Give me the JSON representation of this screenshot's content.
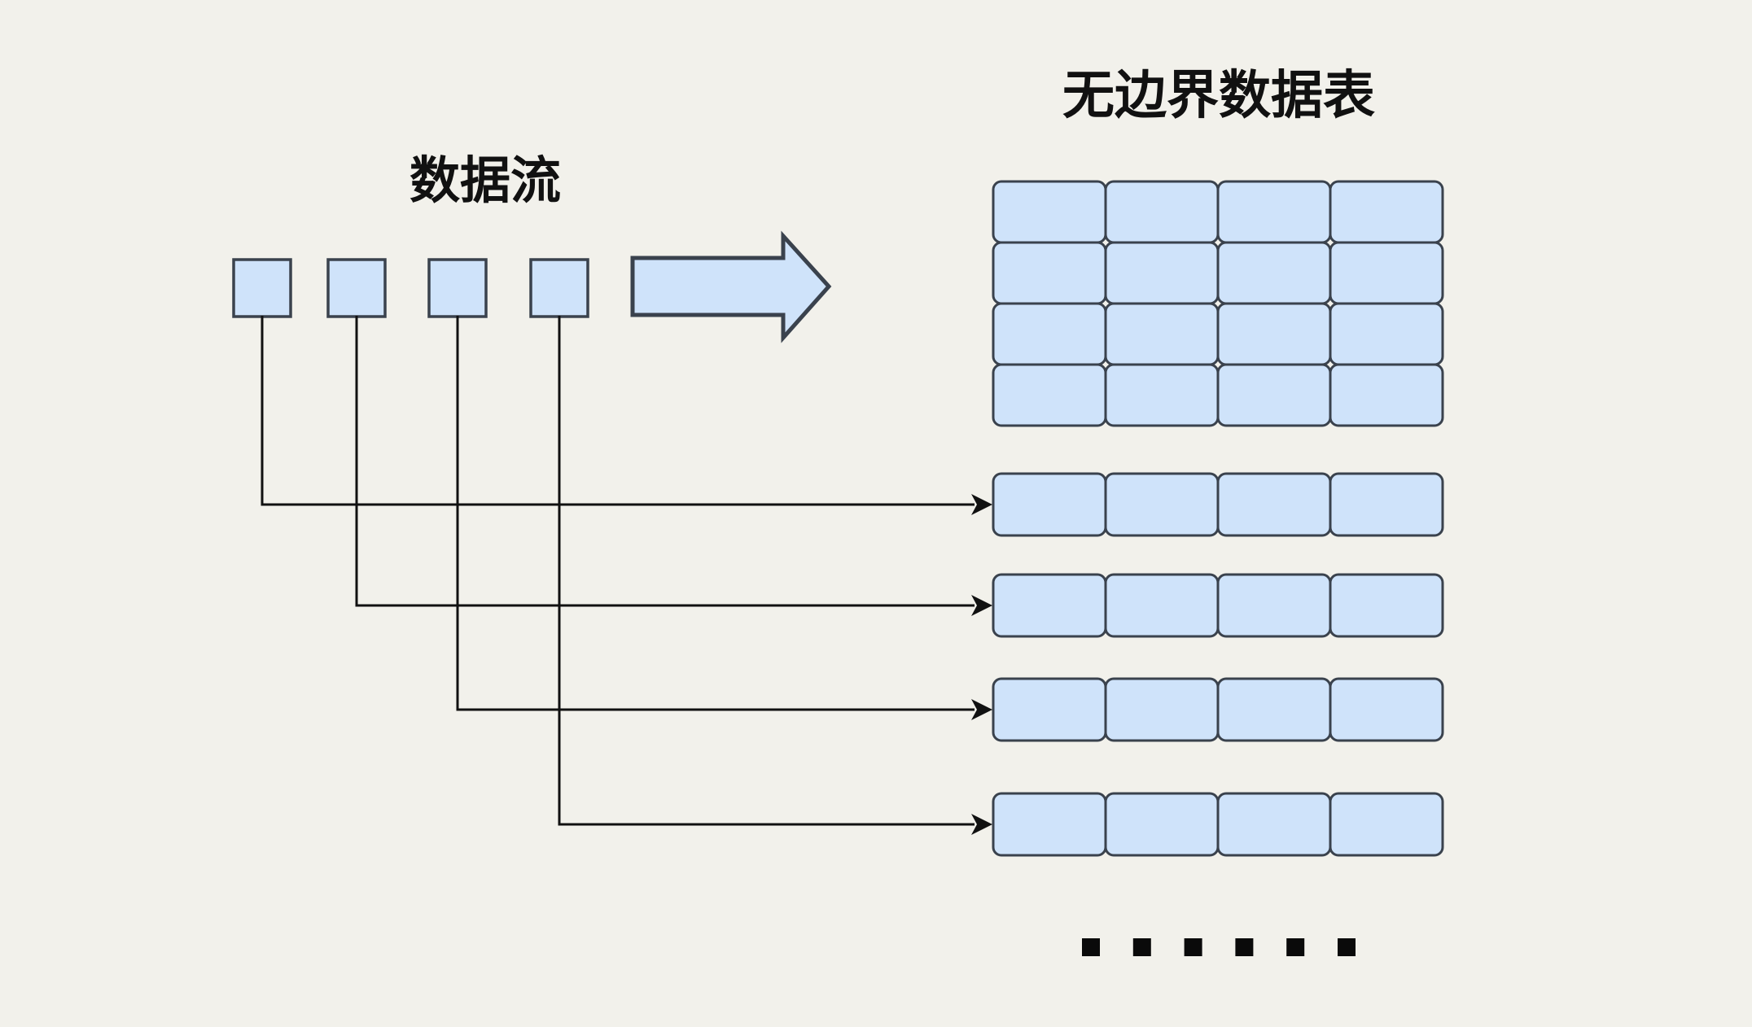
{
  "title": "无边界数据表",
  "stream": {
    "label": "数据流",
    "square_count": 4
  },
  "flow_arrow": {
    "direction": "right"
  },
  "table": {
    "rows": 4,
    "cols": 4
  },
  "partition_rows": {
    "count": 4,
    "cols": 4
  },
  "ellipsis": {
    "dot_count": 6
  },
  "colors": {
    "background": "#f2f1eb",
    "cell_fill": "#cfe3fa",
    "cell_border": "#3a424d",
    "line": "#111111",
    "text": "#111111",
    "dot": "#0a0a0a"
  }
}
